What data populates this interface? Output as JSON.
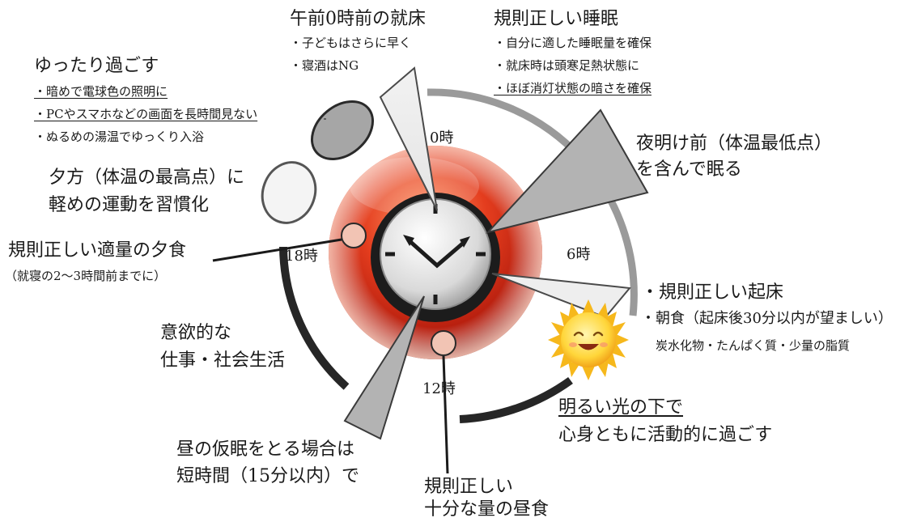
{
  "clock_hours": {
    "h0": "0時",
    "h6": "6時",
    "h12": "12時",
    "h18": "18時"
  },
  "bedtime": {
    "title": "午前0時前の就床",
    "items": [
      "・子どもはさらに早く",
      "・寝酒はNG"
    ]
  },
  "sleep": {
    "title": "規則正しい睡眠",
    "items": [
      "・自分に適した睡眠量を確保",
      "・就床時は頭寒足熱状態に",
      "・ほぼ消灯状態の暗さを確保"
    ]
  },
  "relax": {
    "title": "ゆったり過ごす",
    "items": [
      "・暗めで電球色の照明に",
      "・PCやスマホなどの画面を長時間見ない",
      "・ぬるめの湯温でゆっくり入浴"
    ]
  },
  "dawn": {
    "line1": "夜明け前（体温最低点）",
    "line2": "を含んで眠る"
  },
  "evening_exercise": {
    "line1": "夕方（体温の最高点）に",
    "line2": "軽めの運動を習慣化"
  },
  "dinner": {
    "title": "規則正しい適量の夕食",
    "note": "（就寝の2～3時間前までに）"
  },
  "morning": {
    "wake": "・規則正しい起床",
    "breakfast": "・朝食（起床後30分以内が望ましい）",
    "nutrients": "炭水化物・たんぱく質・少量の脂質"
  },
  "work": {
    "line1": "意欲的な",
    "line2": "仕事・社会生活"
  },
  "daylight": {
    "line1": "明るい光の下で",
    "line2": "心身ともに活動的に過ごす"
  },
  "nap": {
    "line1": "昼の仮眠をとる場合は",
    "line2": "短時間（15分以内）で"
  },
  "lunch": {
    "line1": "規則正しい",
    "line2": "十分な量の昼食"
  },
  "colors": {
    "clock_red": "#d8321c",
    "arc_gray": "#9a9a9a",
    "arc_dark": "#2a2a2a",
    "sun": "#f7c51e",
    "dot_pink": "#f2c4b4"
  }
}
